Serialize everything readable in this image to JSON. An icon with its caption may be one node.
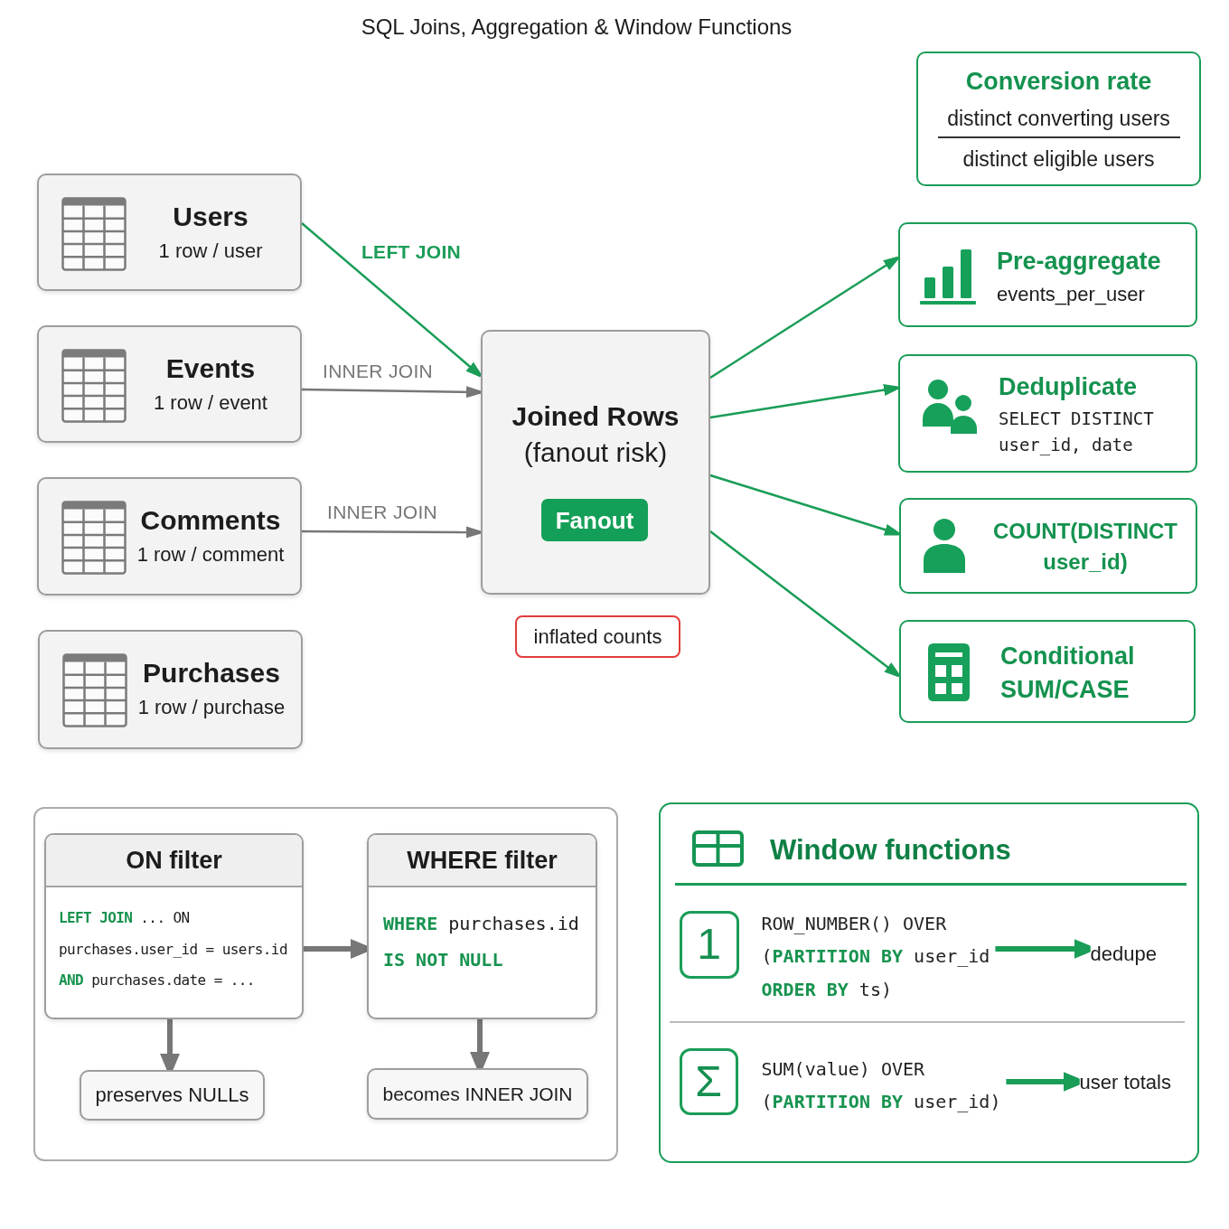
{
  "diagram": {
    "title": "SQL Joins, Aggregation & Window Functions",
    "nodes": [
      {
        "text": [
          "Users",
          "1 row / user"
        ]
      },
      {
        "text": [
          "Events",
          "1 row / event"
        ]
      },
      {
        "text": [
          "Comments",
          "1 row / comment"
        ]
      },
      {
        "text": [
          "Purchases",
          "1 row / purchase"
        ]
      },
      {
        "text": [
          "Joined Rows",
          "(fanout risk)"
        ]
      },
      {
        "text": [
          "Fanout"
        ],
        "in": 4
      },
      {
        "text": [
          "inflated counts"
        ]
      },
      {
        "text": [
          "Conversion rate",
          "distinct converting users",
          "distinct eligible users"
        ]
      },
      {
        "text": [
          "Pre-aggregate",
          "events_per_user"
        ]
      },
      {
        "text": [
          "Deduplicate",
          "SELECT DISTINCT user_id, date"
        ]
      },
      {
        "text": [
          "COUNT(DISTINCT user_id)"
        ]
      },
      {
        "text": [
          "Conditional SUM/CASE"
        ]
      },
      {
        "text": [],
        "shape": "box"
      },
      {
        "text": [
          "ON filter",
          "**LEFT JOIN** ... ON purchases.user_id = users.id **AND** purchases.date = ..."
        ],
        "in": 12
      },
      {
        "text": [
          "WHERE filter",
          "**WHERE** purchases.id **IS NOT NULL**"
        ],
        "in": 12
      },
      {
        "text": [
          "preserves NULLs"
        ],
        "in": 12
      },
      {
        "text": [
          "becomes INNER JOIN"
        ],
        "in": 12
      },
      {
        "text": [
          "Window functions"
        ]
      },
      {
        "text": [
          "1"
        ],
        "in": 17
      },
      {
        "text": [
          "ROW_NUMBER() OVER (**PARTITION BY** user_id **ORDER BY** ts)"
        ],
        "in": 17
      },
      {
        "text": [
          "dedupe"
        ],
        "in": 17
      },
      {
        "text": [
          "Σ"
        ],
        "in": 17
      },
      {
        "text": [
          "SUM(value) OVER (**PARTITION BY** user_id)"
        ],
        "in": 17
      },
      {
        "text": [
          "user totals"
        ],
        "in": 17
      }
    ],
    "edges": [
      {
        "from": 0,
        "to": 4,
        "arrow": "to",
        "label": "LEFT JOIN"
      },
      {
        "from": 1,
        "to": 4,
        "arrow": "to",
        "label": "INNER JOIN",
        "color": "#777777"
      },
      {
        "from": 2,
        "to": 4,
        "arrow": "to",
        "label": "INNER JOIN",
        "color": "#777777"
      },
      {
        "from": 4,
        "to": 8,
        "arrow": "to"
      },
      {
        "from": 4,
        "to": 9,
        "arrow": "to"
      },
      {
        "from": 4,
        "to": 10,
        "arrow": "to"
      },
      {
        "from": 4,
        "to": 11,
        "arrow": "to"
      },
      {
        "from": 13,
        "to": 14,
        "arrow": "to",
        "style": "thick",
        "color": "#777777"
      },
      {
        "from": 13,
        "to": 15,
        "arrow": "to",
        "style": "thick",
        "color": "#777777"
      },
      {
        "from": 14,
        "to": 16,
        "arrow": "to",
        "style": "thick",
        "color": "#777777"
      },
      {
        "from": 19,
        "to": 20,
        "arrow": "to",
        "style": "thick"
      },
      {
        "from": 22,
        "to": 23,
        "arrow": "to",
        "style": "thick"
      }
    ]
  }
}
